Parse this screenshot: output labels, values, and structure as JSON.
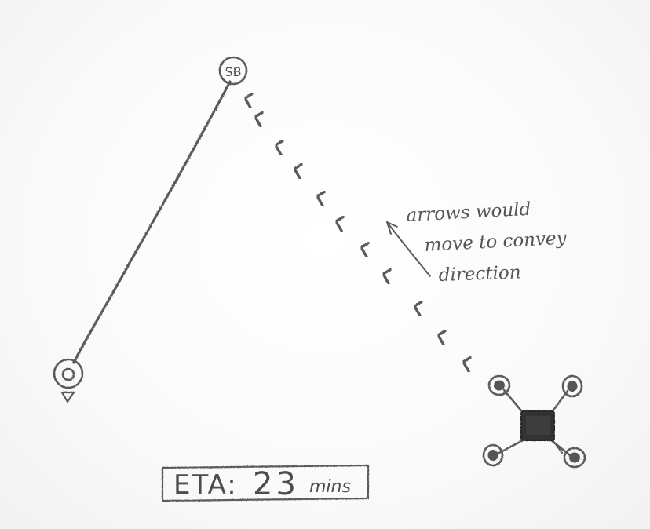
{
  "drone_status": {
    "start_marker_label": "SB",
    "annotation": {
      "line1": "arrows would",
      "line2": "move to convey",
      "line3": "direction"
    },
    "eta": {
      "prefix": "ETA:",
      "value": "23",
      "unit": "mins"
    }
  },
  "icons": {
    "start": "sb-marker-icon",
    "destination": "location-pin-icon",
    "drone": "quadcopter-drone-icon",
    "direction": "chevron-arrow-icon"
  },
  "colors": {
    "pencil": "#5a5a5a",
    "paper": "#fcfcfc",
    "drone_body": "#333333"
  }
}
